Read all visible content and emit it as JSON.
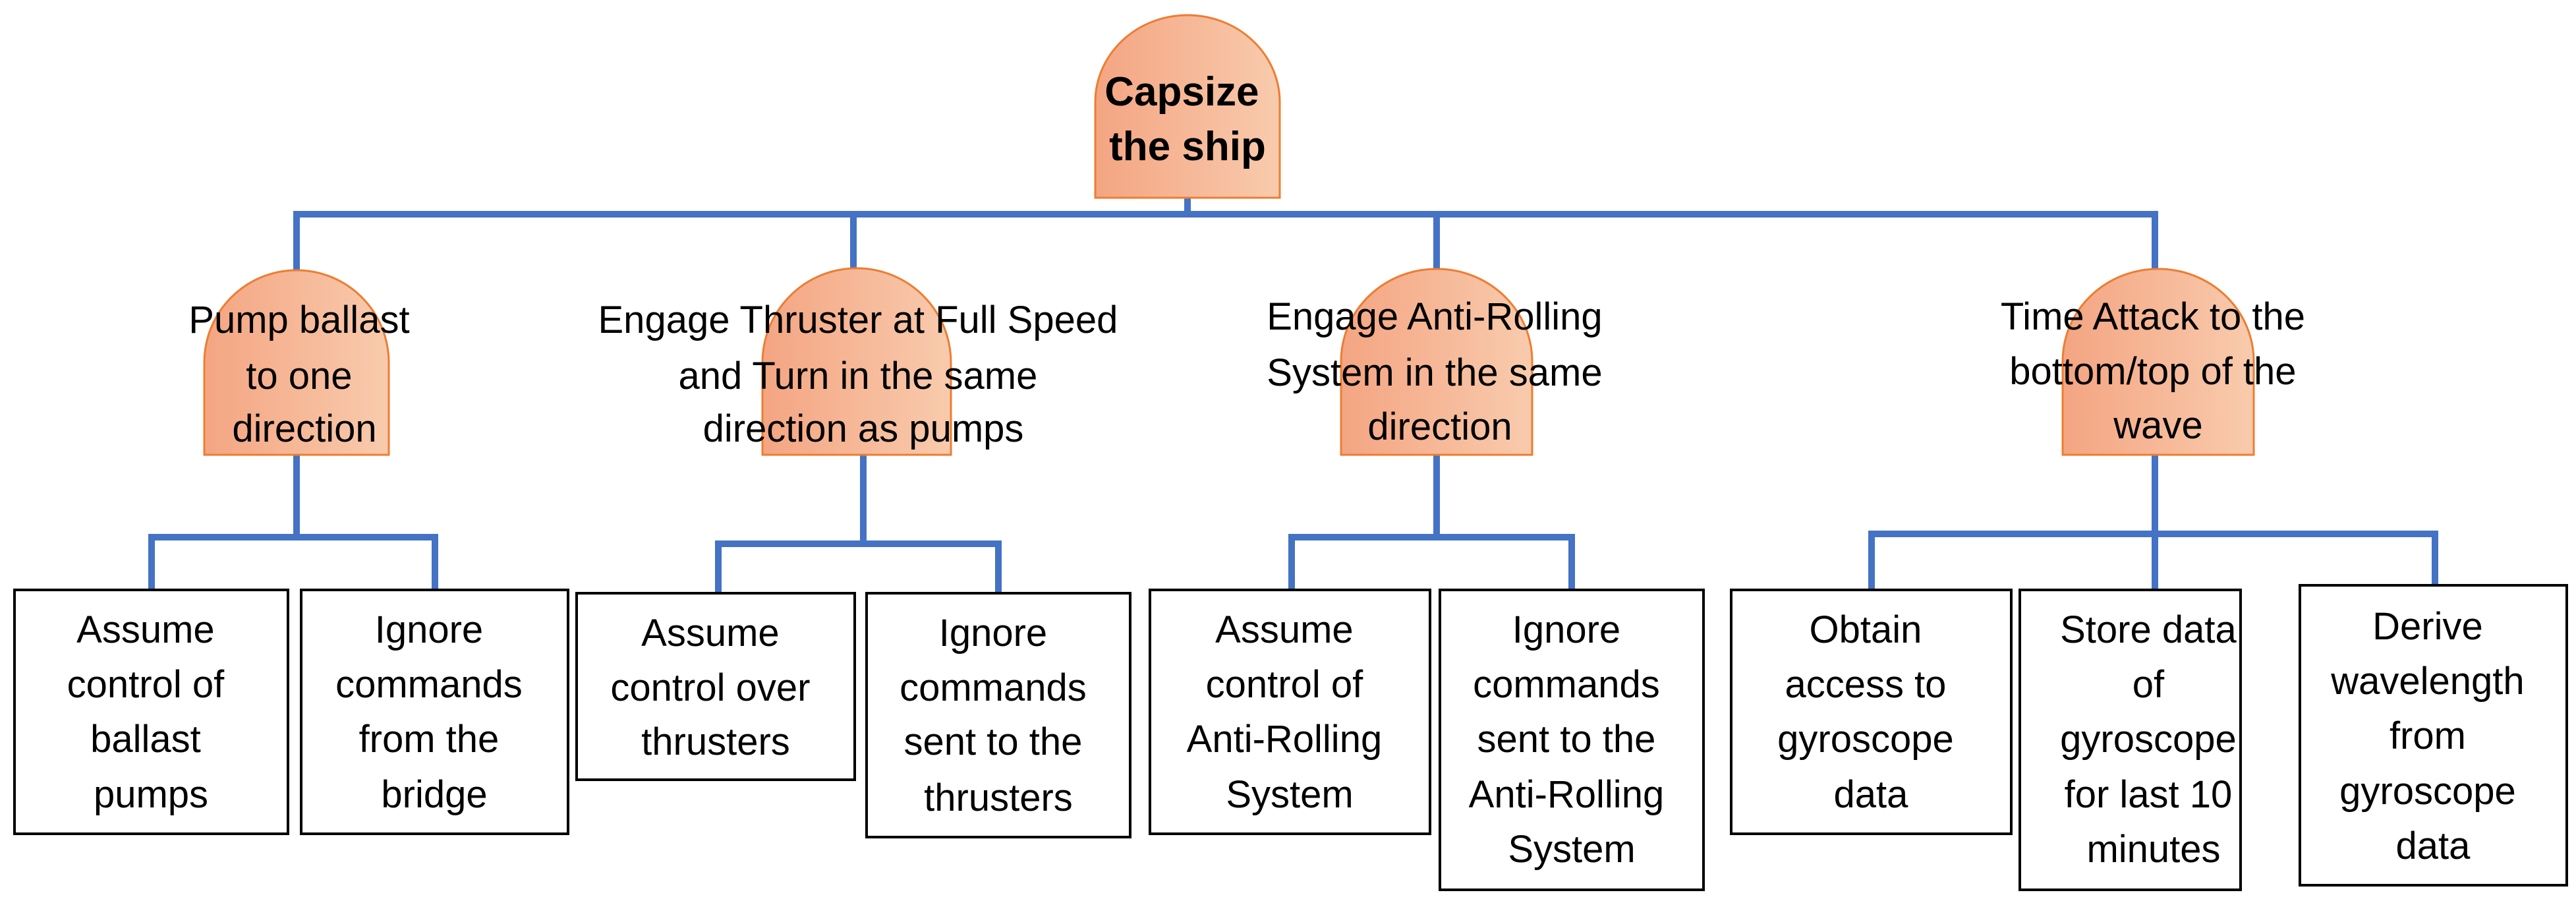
{
  "colors": {
    "connector": "#4472C4",
    "gate_fill_start": "#F4A582",
    "gate_fill_end": "#F8CBAD",
    "gate_outline": "#ED7D31",
    "leaf_border": "#000000"
  },
  "root": {
    "lines": [
      "Capsize",
      "the ship"
    ]
  },
  "subgoals": [
    {
      "lines": [
        "Pump ballast",
        "to one",
        "direction"
      ],
      "children": [
        {
          "lines": [
            "Assume",
            "control of",
            "ballast",
            "pumps"
          ]
        },
        {
          "lines": [
            "Ignore",
            "commands",
            "from the",
            "bridge"
          ]
        }
      ]
    },
    {
      "lines": [
        "Engage Thruster at Full Speed",
        "and Turn in the same",
        "direction as pumps"
      ],
      "children": [
        {
          "lines": [
            "Assume",
            "control over",
            "thrusters"
          ]
        },
        {
          "lines": [
            "Ignore",
            "commands",
            "sent to the",
            "thrusters"
          ]
        }
      ]
    },
    {
      "lines": [
        "Engage Anti-Rolling",
        "System in the same",
        "direction"
      ],
      "children": [
        {
          "lines": [
            "Assume",
            "control of",
            "Anti-Rolling",
            "System"
          ]
        },
        {
          "lines": [
            "Ignore",
            "commands",
            "sent to the",
            "Anti-Rolling",
            "System"
          ]
        }
      ]
    },
    {
      "lines": [
        "Time Attack to the",
        "bottom/top of the",
        "wave"
      ],
      "children": [
        {
          "lines": [
            "Obtain",
            "access to",
            "gyroscope",
            "data"
          ]
        },
        {
          "lines": [
            "Store data",
            "of",
            "gyroscope",
            "for last 10",
            "minutes"
          ]
        },
        {
          "lines": [
            "Derive",
            "wavelength",
            "from",
            "gyroscope",
            "data"
          ]
        }
      ]
    }
  ]
}
